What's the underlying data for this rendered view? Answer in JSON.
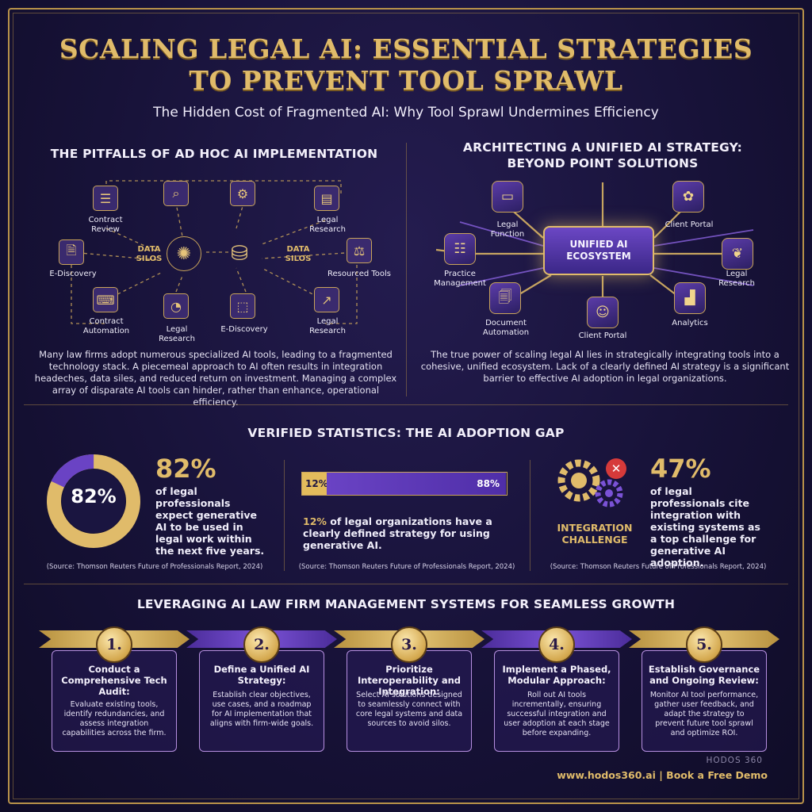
{
  "title_line1": "SCALING LEGAL AI: ESSENTIAL STRATEGIES",
  "title_line2": "TO PREVENT TOOL SPRAWL",
  "subtitle": "The Hidden Cost of Fragmented AI: Why Tool Sprawl Undermines Efficiency",
  "pitfalls": {
    "heading": "THE PITFALLS OF AD HOC AI IMPLEMENTATION",
    "nodes": {
      "contract_review": "Contract Review",
      "e_discovery_left": "E-Discovery",
      "contract_automation": "Contract Automation",
      "legal_research_bottom": "Legal Research",
      "e_discovery_bottom": "E-Discovery",
      "legal_research_bottom_right": "Legal Research",
      "resourced_tools": "Resourced Tools",
      "legal_research_top": "Legal Research"
    },
    "silo_left": "DATA SILOS",
    "silo_right": "DATA SILOS",
    "paragraph": "Many law firms adopt numerous specialized AI tools, leading to a fragmented technology stack. A piecemeal approach to AI often results in integration headeches, data siles, and reduced return on investment. Managing a complex array of disparate AI tools can hinder, rather than enhance, operational efficiency."
  },
  "unified": {
    "heading_line1": "ARCHITECTING A UNIFIED AI STRATEGY:",
    "heading_line2": "BEYOND POINT SOLUTIONS",
    "core": "UNIFIED AI ECOSYSTEM",
    "nodes": {
      "legal_function": "Legal Function",
      "client_portal_top": "Client Portal",
      "practice_management": "Practice Management",
      "legal_research": "Legal Research",
      "document_automation": "Document Automation",
      "client_portal_bottom": "Client Portal",
      "analytics": "Analytics"
    },
    "paragraph": "The true power of scaling legal AI lies in strategically integrating tools into a cohesive, unified ecosystem. Lack of a clearly defined AI strategy is a significant barrier to effective AI adoption in legal organizations."
  },
  "stats": {
    "heading": "VERIFIED STATISTICS: THE AI ADOPTION GAP",
    "stat1": {
      "ring_label": "82%",
      "pct": "82%",
      "text": "of legal professionals expect generative AI to be used in legal work within the next five years.",
      "source": "(Source: Thomson Reuters Future of Professionals Report, 2024)",
      "fraction": 0.82
    },
    "stat2": {
      "bar_left": "12%",
      "bar_right": "88%",
      "pct": "12%",
      "text": "of legal organizations have a clearly defined strategy for using generative AI.",
      "source": "(Source: Thomson Reuters Future of Professionals Report, 2024)",
      "fraction": 0.12
    },
    "stat3": {
      "badge": "INTEGRATION CHALLENGE",
      "pct": "47%",
      "text": "of legal professionals cite integration with existing systems as a top challenge for generative AI adoption.",
      "source": "(Source: Thomson Reuters Future of Professionals Report, 2024)"
    }
  },
  "steps": {
    "heading": "LEVERAGING AI LAW FIRM MANAGEMENT SYSTEMS FOR SEAMLESS GROWTH",
    "items": [
      {
        "num": "1.",
        "title": "Conduct a Comprehensive Tech Audit:",
        "desc": "Evaluate existing tools, identify redundancies, and assess integration capabilities across the firm."
      },
      {
        "num": "2.",
        "title": "Define a Unified AI Strategy:",
        "desc": "Establish clear objectives, use cases, and a roadmap for AI implementation that aligns with firm-wide goals."
      },
      {
        "num": "3.",
        "title": "Prioritize Interoperability and Integration:",
        "desc": "Select AI solutions designed to seamlessly connect with core legal systems and data sources to avoid silos."
      },
      {
        "num": "4.",
        "title": "Implement a Phased, Modular Approach:",
        "desc": "Roll out AI tools incrementally, ensuring successful integration and user adoption at each stage before expanding."
      },
      {
        "num": "5.",
        "title": "Establish Governance and Ongoing Review:",
        "desc": "Monitor AI tool performance, gather user feedback, and adapt the strategy to prevent future tool sprawl and optimize ROI."
      }
    ]
  },
  "footer": {
    "brand": "HODOS 360",
    "link": "www.hodos360.ai | Book a Free Demo"
  },
  "colors": {
    "gold": "#e0bb6a",
    "purple": "#5b3ca8",
    "background": "#171238"
  }
}
